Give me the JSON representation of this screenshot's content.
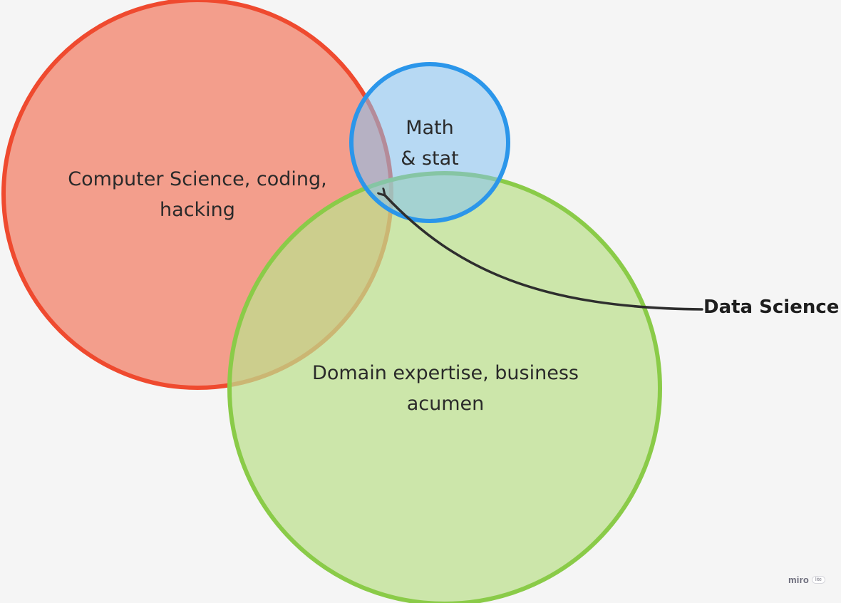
{
  "diagram": {
    "type": "venn",
    "circles": [
      {
        "id": "cs",
        "label": "Computer Science, coding,\nhacking",
        "fill": "#f29682",
        "stroke": "#ef4a2f"
      },
      {
        "id": "math",
        "label": "Math\n& stat",
        "fill": "#83c1f0",
        "stroke": "#2b96ea"
      },
      {
        "id": "domain",
        "label": "Domain expertise, business\nacumen",
        "fill": "#bde18d",
        "stroke": "#8acb48"
      }
    ],
    "callout": {
      "label": "Data Science",
      "arrow_color": "#2e2e2e"
    }
  },
  "branding": {
    "logo_text": "miro",
    "badge_text": "lite"
  }
}
